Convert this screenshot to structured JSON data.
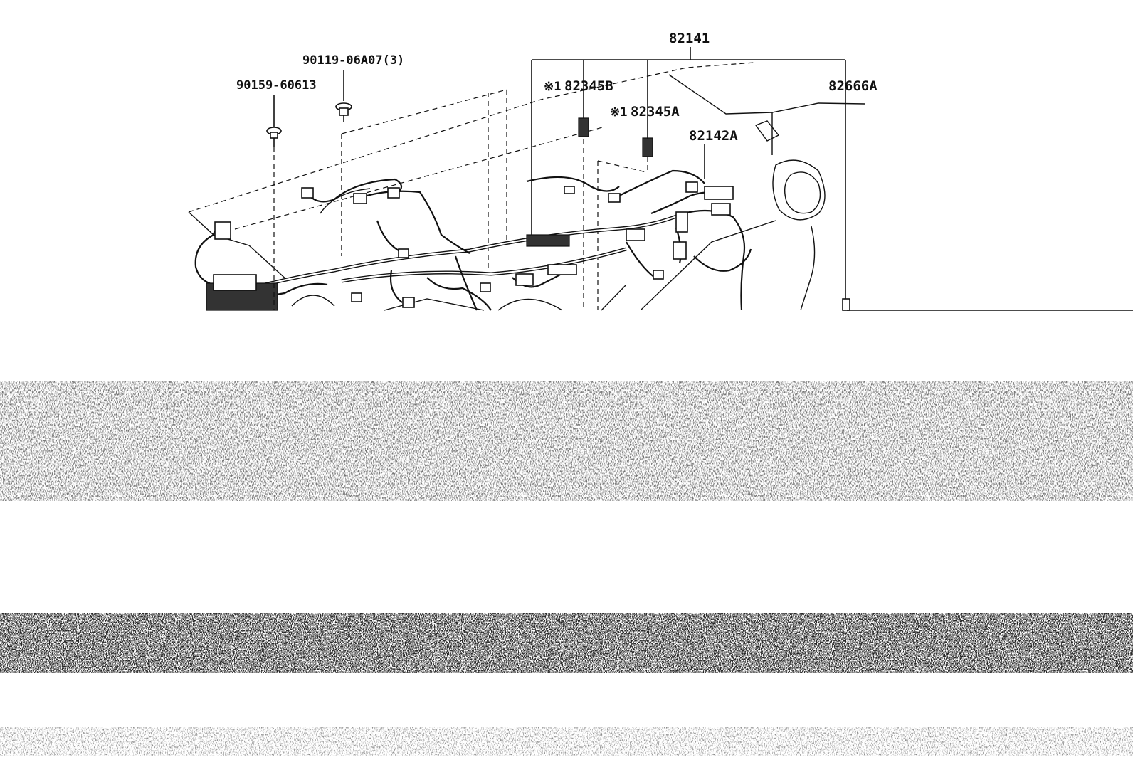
{
  "diagram": {
    "part_labels": {
      "p82141": "82141",
      "p90119": "90119-06A07(3)",
      "p90159": "90159-60613",
      "p82345B": "82345B",
      "p82345A": "82345A",
      "p82666A": "82666A",
      "p82142A": "82142A",
      "mark": "※1"
    }
  },
  "colors": {
    "line": "#111111",
    "background": "#ffffff"
  }
}
